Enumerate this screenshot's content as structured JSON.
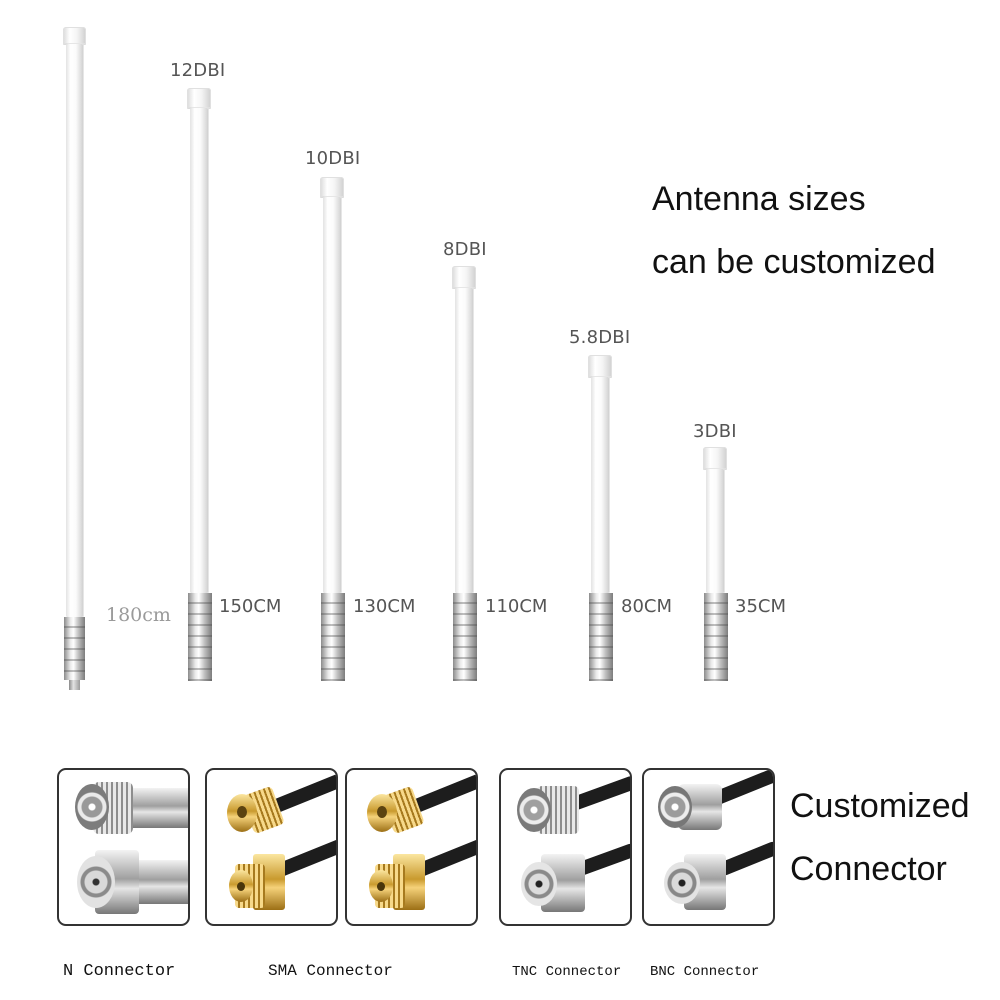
{
  "antennas": [
    {
      "gain": "",
      "length": "180cm"
    },
    {
      "gain": "12DBI",
      "length": "150CM"
    },
    {
      "gain": "10DBI",
      "length": "130CM"
    },
    {
      "gain": "8DBI",
      "length": "110CM"
    },
    {
      "gain": "5.8DBI",
      "length": "80CM"
    },
    {
      "gain": "3DBI",
      "length": "35CM"
    }
  ],
  "headline": {
    "line1": "Antenna sizes",
    "line2": "can be customized"
  },
  "connector_heading": {
    "line1": "Customized",
    "line2": "Connector"
  },
  "connectors": [
    {
      "label": "N Connector"
    },
    {
      "label": "SMA Connector"
    },
    {
      "label": "TNC Connector"
    },
    {
      "label": "BNC Connector"
    }
  ],
  "colors": {
    "text": "#111111",
    "label_gray": "#555555",
    "card_border": "#333333",
    "gold": "#c99a2e",
    "silver": "#b0b0b0"
  }
}
